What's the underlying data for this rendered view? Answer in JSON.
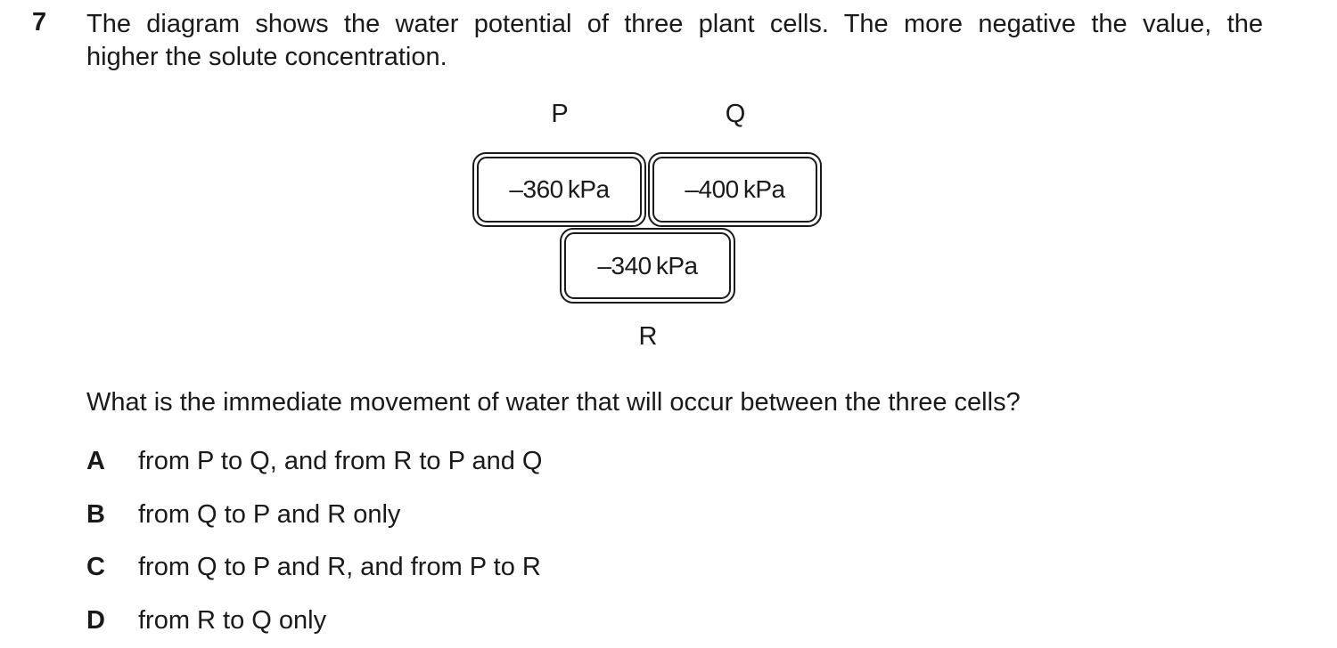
{
  "question": {
    "number": "7",
    "stem_line1": "The diagram shows the water potential of three plant cells. The more negative the value, the",
    "stem_line2": "higher the solute concentration.",
    "prompt": "What is the immediate movement of water that will occur between the three cells?"
  },
  "diagram": {
    "cells": [
      {
        "label": "P",
        "value": "–360 kPa"
      },
      {
        "label": "Q",
        "value": "–400 kPa"
      },
      {
        "label": "R",
        "value": "–340 kPa"
      }
    ]
  },
  "options": [
    {
      "letter": "A",
      "text": "from P to Q, and from R to P and Q"
    },
    {
      "letter": "B",
      "text": "from Q to P and R only"
    },
    {
      "letter": "C",
      "text": "from Q to P and R, and from P to R"
    },
    {
      "letter": "D",
      "text": "from R to Q only"
    }
  ]
}
